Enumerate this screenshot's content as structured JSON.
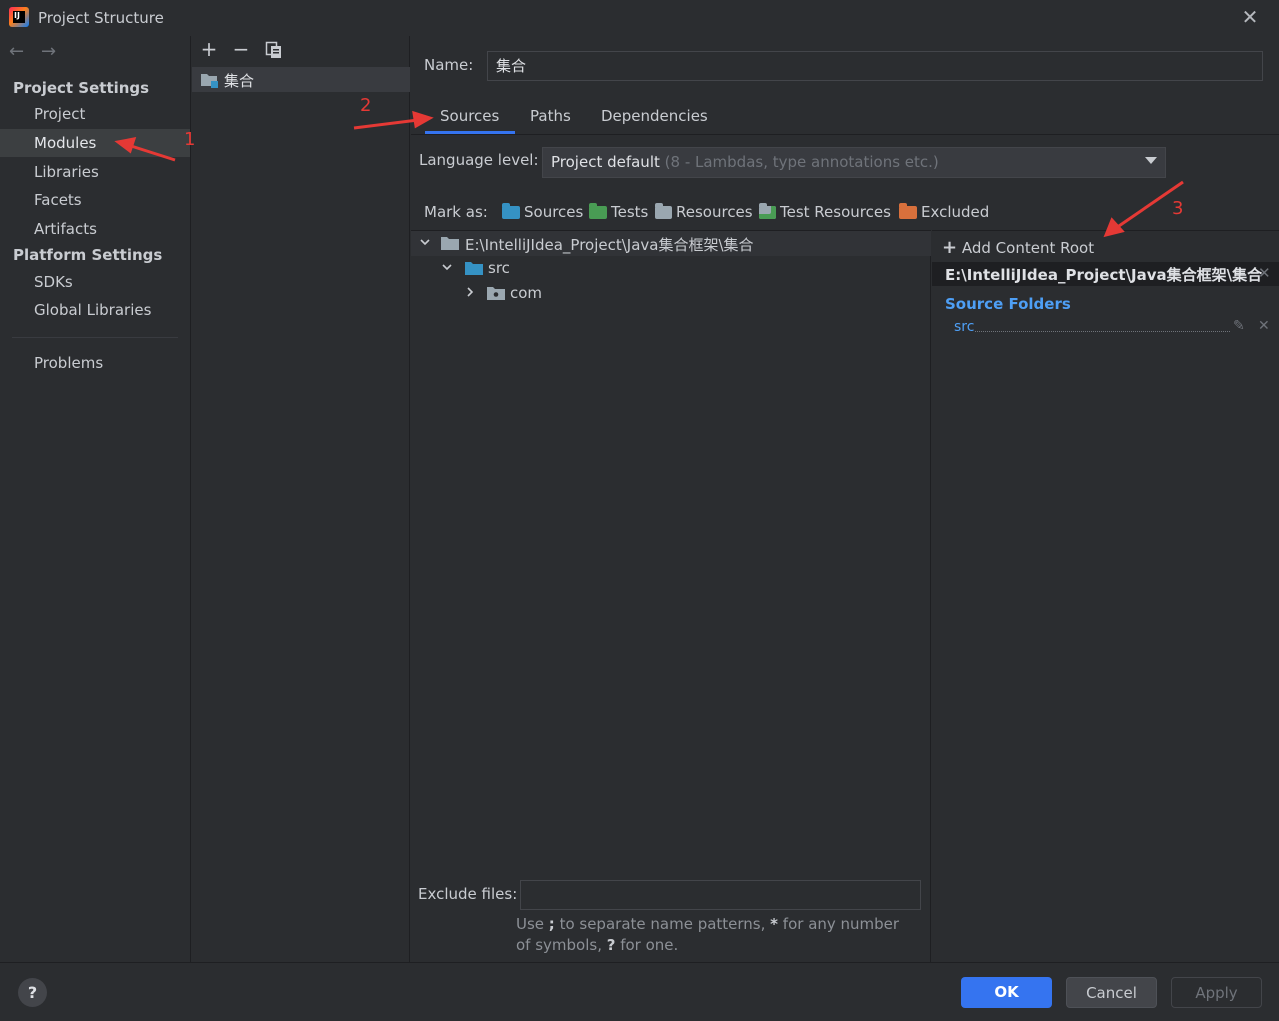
{
  "window": {
    "title": "Project Structure",
    "close_icon": "close-icon",
    "logo_text": "IJ"
  },
  "sidebar": {
    "project_settings_title": "Project Settings",
    "project_items": [
      "Project",
      "Modules",
      "Libraries",
      "Facets",
      "Artifacts"
    ],
    "selected": "Modules",
    "platform_settings_title": "Platform Settings",
    "platform_items": [
      "SDKs",
      "Global Libraries"
    ],
    "problems": "Problems"
  },
  "module_list": {
    "toolbar": [
      "add-icon",
      "remove-icon",
      "copy-icon"
    ],
    "add_glyph": "+",
    "remove_glyph": "−",
    "module_name": "集合"
  },
  "main": {
    "name_label": "Name:",
    "name_value": "集合",
    "tabs": [
      "Sources",
      "Paths",
      "Dependencies"
    ],
    "active_tab": "Sources",
    "language_level_label": "Language level:",
    "language_level_value": "Project default",
    "language_level_hint": "(8 - Lambdas, type annotations etc.)",
    "mark_as_label": "Mark as:",
    "mark_as": [
      {
        "label": "Sources",
        "color": "#3592c4"
      },
      {
        "label": "Tests",
        "color": "#499c54"
      },
      {
        "label": "Resources",
        "color": "#9aa7b0"
      },
      {
        "label": "Test Resources",
        "color": "#9aa7b0"
      },
      {
        "label": "Excluded",
        "color": "#d8703c"
      }
    ]
  },
  "tree": {
    "root": "E:\\IntelliJIdea_Project\\Java集合框架\\集合",
    "children": [
      {
        "name": "src",
        "expanded": true,
        "children": [
          {
            "name": "com",
            "expanded": false
          }
        ]
      }
    ]
  },
  "content_root": {
    "add_label": "Add Content Root",
    "path": "E:\\IntelliJIdea_Project\\Java集合框架\\集合",
    "source_folders_title": "Source Folders",
    "source_folders": [
      "src"
    ]
  },
  "exclude": {
    "label": "Exclude files:",
    "value": "",
    "hint_1": "Use ",
    "hint_sep": ";",
    "hint_2": " to separate name patterns, ",
    "hint_star": "*",
    "hint_3": " for any number of symbols, ",
    "hint_q": "?",
    "hint_4": " for one."
  },
  "footer": {
    "help": "?",
    "ok": "OK",
    "cancel": "Cancel",
    "apply": "Apply"
  },
  "annotations": [
    "1",
    "2",
    "3"
  ],
  "colors": {
    "accent": "#3574f0",
    "link": "#4e9ff5",
    "annotation": "#e53935"
  }
}
